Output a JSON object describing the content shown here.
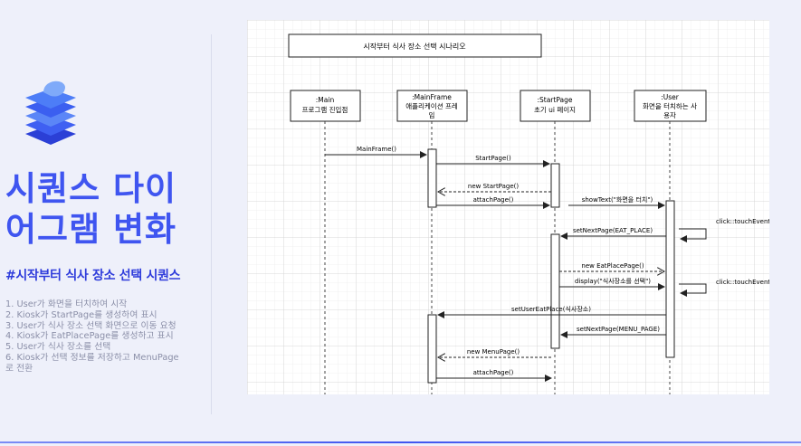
{
  "slide": {
    "title_line1": "시퀀스 다이",
    "title_line2": "어그램 변화",
    "subtitle": "#시작부터 식사 장소 선택 시퀀스",
    "steps": [
      "1. User가 화면을 터치하여 시작",
      "2. Kiosk가 StartPage를 생성하여 표시",
      "3. User가 식사 장소 선택 화면으로 이동 요청",
      "4. Kiosk가 EatPlacePage를 생성하고 표시",
      "5. User가 식사 장소를 선택",
      "6. Kiosk가 선택 정보를 저장하고 MenuPage",
      "로 전환"
    ]
  },
  "diagram": {
    "title": "시작부터 식사 장소 선택 시나리오",
    "main_line1": ":Main",
    "main_line2": "프로그램 진입점",
    "mainframe_line1": ":MainFrame",
    "mainframe_line2": "애플리케이션 프레",
    "mainframe_line3": "임",
    "startpage_line1": ":StartPage",
    "startpage_line2": "초기 ui 페이지",
    "user_line1": ":User",
    "user_line2": "화면을 터치하는 사",
    "user_line3": "용자",
    "msg_mainframe": "MainFrame()",
    "msg_startpage": "StartPage()",
    "msg_new_startpage": "new StartPage()",
    "msg_attach1": "attachPage()",
    "msg_showtext": "showText(\"화면을 터치\")",
    "msg_click1": "click::touchEvent()",
    "msg_setnext_eat": "setNextPage(EAT_PLACE)",
    "msg_new_eatplace": "new EatPlacePage()",
    "msg_display": "display(\"식사장소를 선택\")",
    "msg_click2": "click::touchEvent()",
    "msg_setusereat": "setUserEatPlace(식사장소)",
    "msg_setnext_menu": "setNextPage(MENU_PAGE)",
    "msg_new_menu": "new MenuPage()",
    "msg_attach2": "attachPage()"
  },
  "colors": {
    "accent": "#3f55f0",
    "subtitle": "#2e3cdb",
    "steps_text": "#8b8fa8",
    "grid": "#d9d9d9"
  }
}
